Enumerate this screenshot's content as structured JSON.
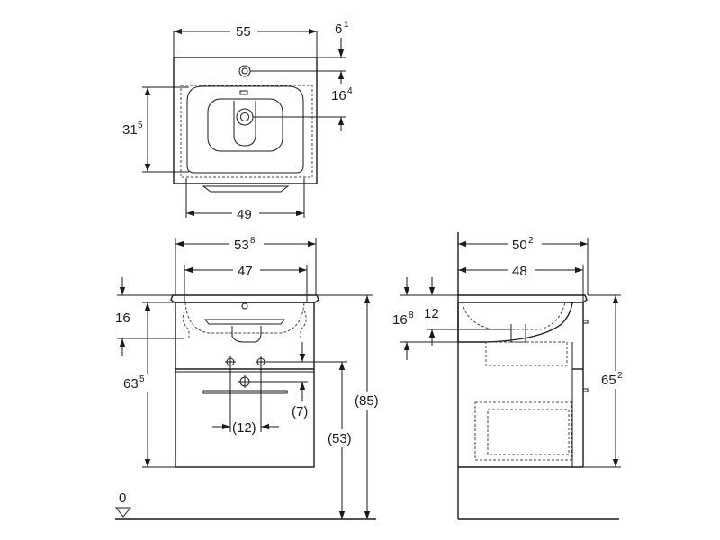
{
  "top_view": {
    "width": {
      "main": "55",
      "sup": ""
    },
    "tap_offset": {
      "main": "6",
      "sup": "1"
    },
    "depth": {
      "main": "31",
      "sup": "5"
    },
    "drain_offset": {
      "main": "16",
      "sup": "4"
    },
    "inner_width": {
      "main": "49",
      "sup": ""
    }
  },
  "front_view": {
    "overall_width": {
      "main": "53",
      "sup": "8"
    },
    "inner_width": {
      "main": "47",
      "sup": ""
    },
    "basin_depth": {
      "main": "16",
      "sup": ""
    },
    "cabinet_height": {
      "main": "63",
      "sup": "5"
    },
    "total_height": {
      "main": "(85)",
      "sup": ""
    },
    "floor_to_cabinet": {
      "main": "(53)",
      "sup": ""
    },
    "waste_offset": {
      "main": "(7)",
      "sup": ""
    },
    "waste_spacing": {
      "main": "(12)",
      "sup": ""
    },
    "floor_level": {
      "main": "0",
      "sup": ""
    }
  },
  "side_view": {
    "overall_depth": {
      "main": "50",
      "sup": "2"
    },
    "inner_depth": {
      "main": "48",
      "sup": ""
    },
    "basin_depth": {
      "main": "16",
      "sup": "8"
    },
    "waste_height": {
      "main": "12",
      "sup": ""
    },
    "cabinet_height": {
      "main": "65",
      "sup": "2"
    }
  }
}
